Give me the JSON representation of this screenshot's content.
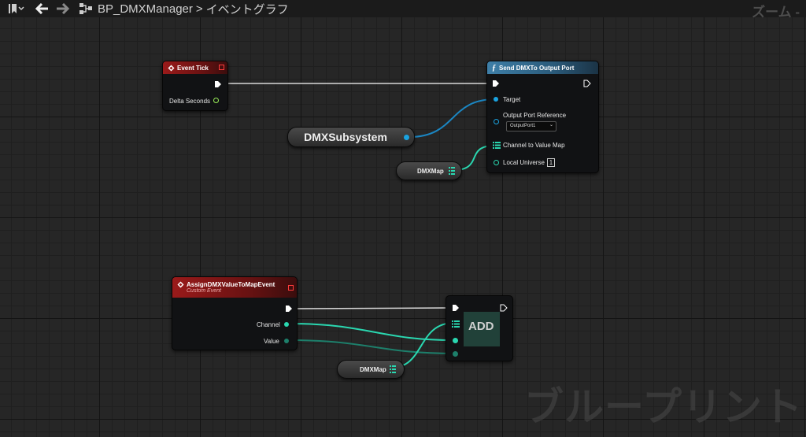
{
  "toolbar": {
    "breadcrumb_root": "BP_DMXManager",
    "breadcrumb_separator": ">",
    "breadcrumb_current": "イベントグラフ",
    "zoom_label": "ズーム -"
  },
  "watermark": "ブループリント",
  "nodes": {
    "event_tick": {
      "title": "Event Tick",
      "delta_seconds": "Delta Seconds"
    },
    "send_dmx": {
      "title": "Send DMXTo Output Port",
      "target": "Target",
      "output_port_reference": "Output Port Reference",
      "output_port_value": "OutputPort1",
      "channel_to_value_map": "Channel to Value Map",
      "local_universe": "Local Universe",
      "local_universe_value": "1"
    },
    "dmx_subsystem": {
      "title": "DMXSubsystem"
    },
    "dmx_map_top": {
      "title": "DMXMap"
    },
    "assign_event": {
      "title": "AssignDMXValueToMapEvent",
      "subtitle": "Custom Event",
      "channel": "Channel",
      "value": "Value"
    },
    "add": {
      "title": "ADD"
    },
    "dmx_map_bottom": {
      "title": "DMXMap"
    }
  },
  "colors": {
    "exec": "#ffffff",
    "object_pin": "#1aa3e0",
    "integer_pin": "#2ad7b0",
    "event_header": "#9a1a1a",
    "function_header": "#3e7fa8"
  }
}
